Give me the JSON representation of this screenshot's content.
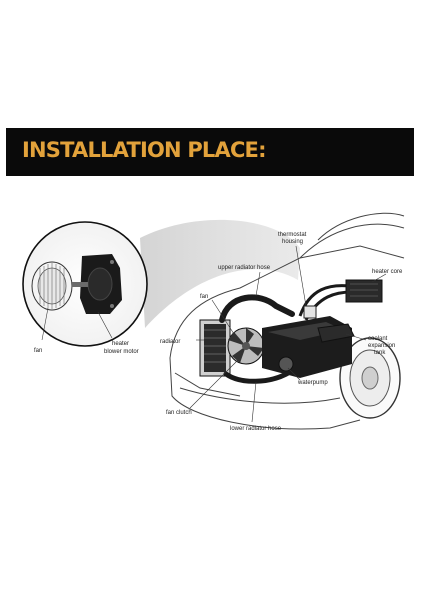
{
  "banner": {
    "title": "INSTALLATION PLACE:",
    "text_color": "#e2a23b",
    "background": "#0a0a0a"
  },
  "diagram": {
    "inset_labels": {
      "fan": "fan",
      "heater_blower_motor_line1": "heater",
      "heater_blower_motor_line2": "blower motor"
    },
    "labels": {
      "thermostat_housing_line1": "thermostat",
      "thermostat_housing_line2": "housing",
      "upper_radiator_hose": "upper radiator hose",
      "heater_core": "heater core",
      "fan": "fan",
      "radiator": "radiator",
      "coolant_expansion_tank_line1": "coolant",
      "coolant_expansion_tank_line2": "expansion",
      "coolant_expansion_tank_line3": "tank",
      "waterpump": "waterpump",
      "fan_clutch": "fan clutch",
      "lower_radiator_hose": "lower radiator hose"
    }
  }
}
